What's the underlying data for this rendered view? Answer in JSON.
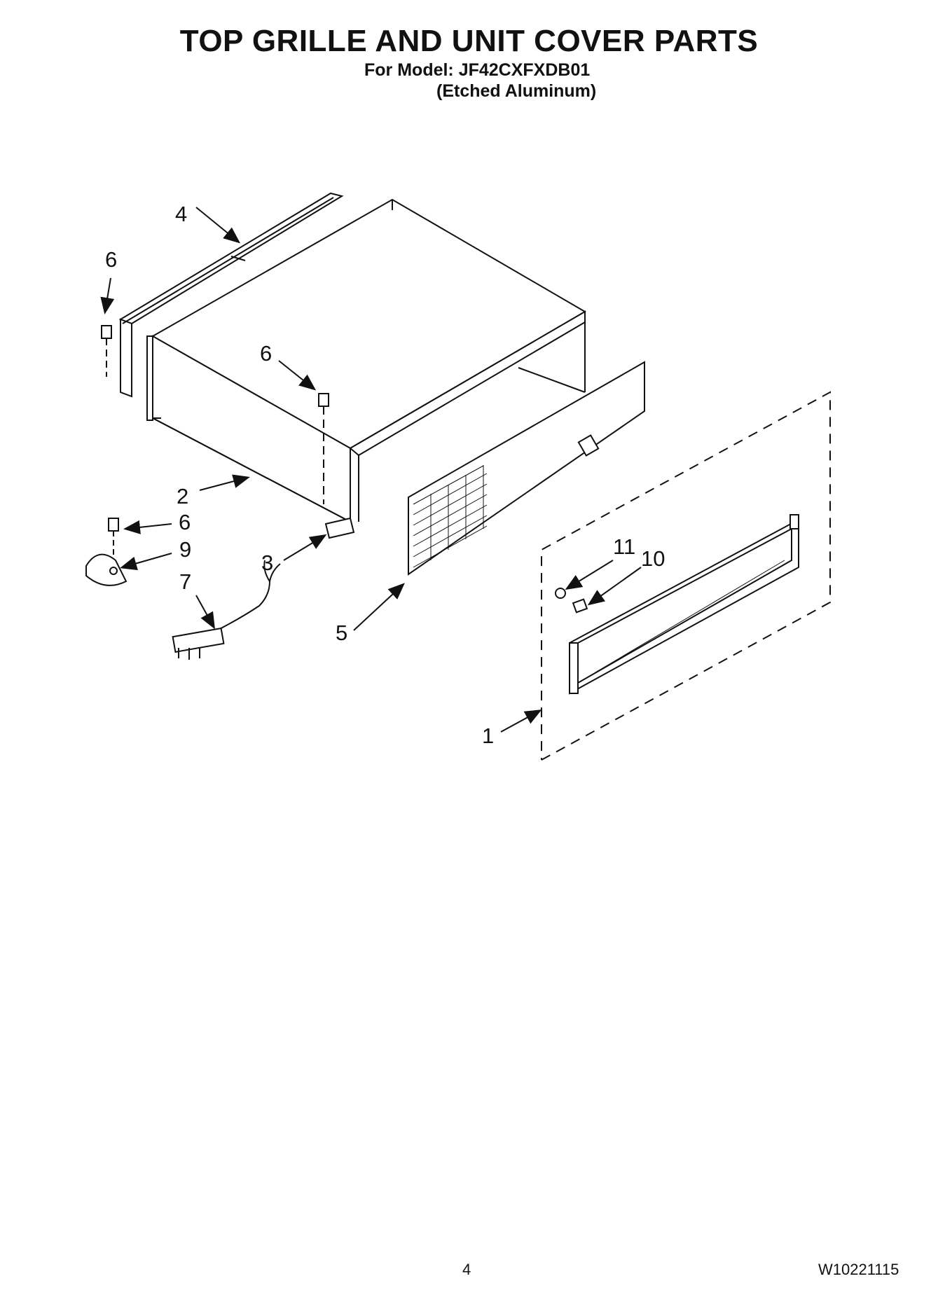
{
  "header": {
    "title": "TOP GRILLE AND UNIT COVER PARTS",
    "model_line": "For Model: JF42CXFXDB01",
    "finish_line": "(Etched Aluminum)"
  },
  "callouts": {
    "c4": "4",
    "c6a": "6",
    "c6b": "6",
    "c2": "2",
    "c6c": "6",
    "c9": "9",
    "c7": "7",
    "c3": "3",
    "c5": "5",
    "c11": "11",
    "c10": "10",
    "c1": "1"
  },
  "footer": {
    "page_number": "4",
    "doc_number": "W10221115"
  }
}
